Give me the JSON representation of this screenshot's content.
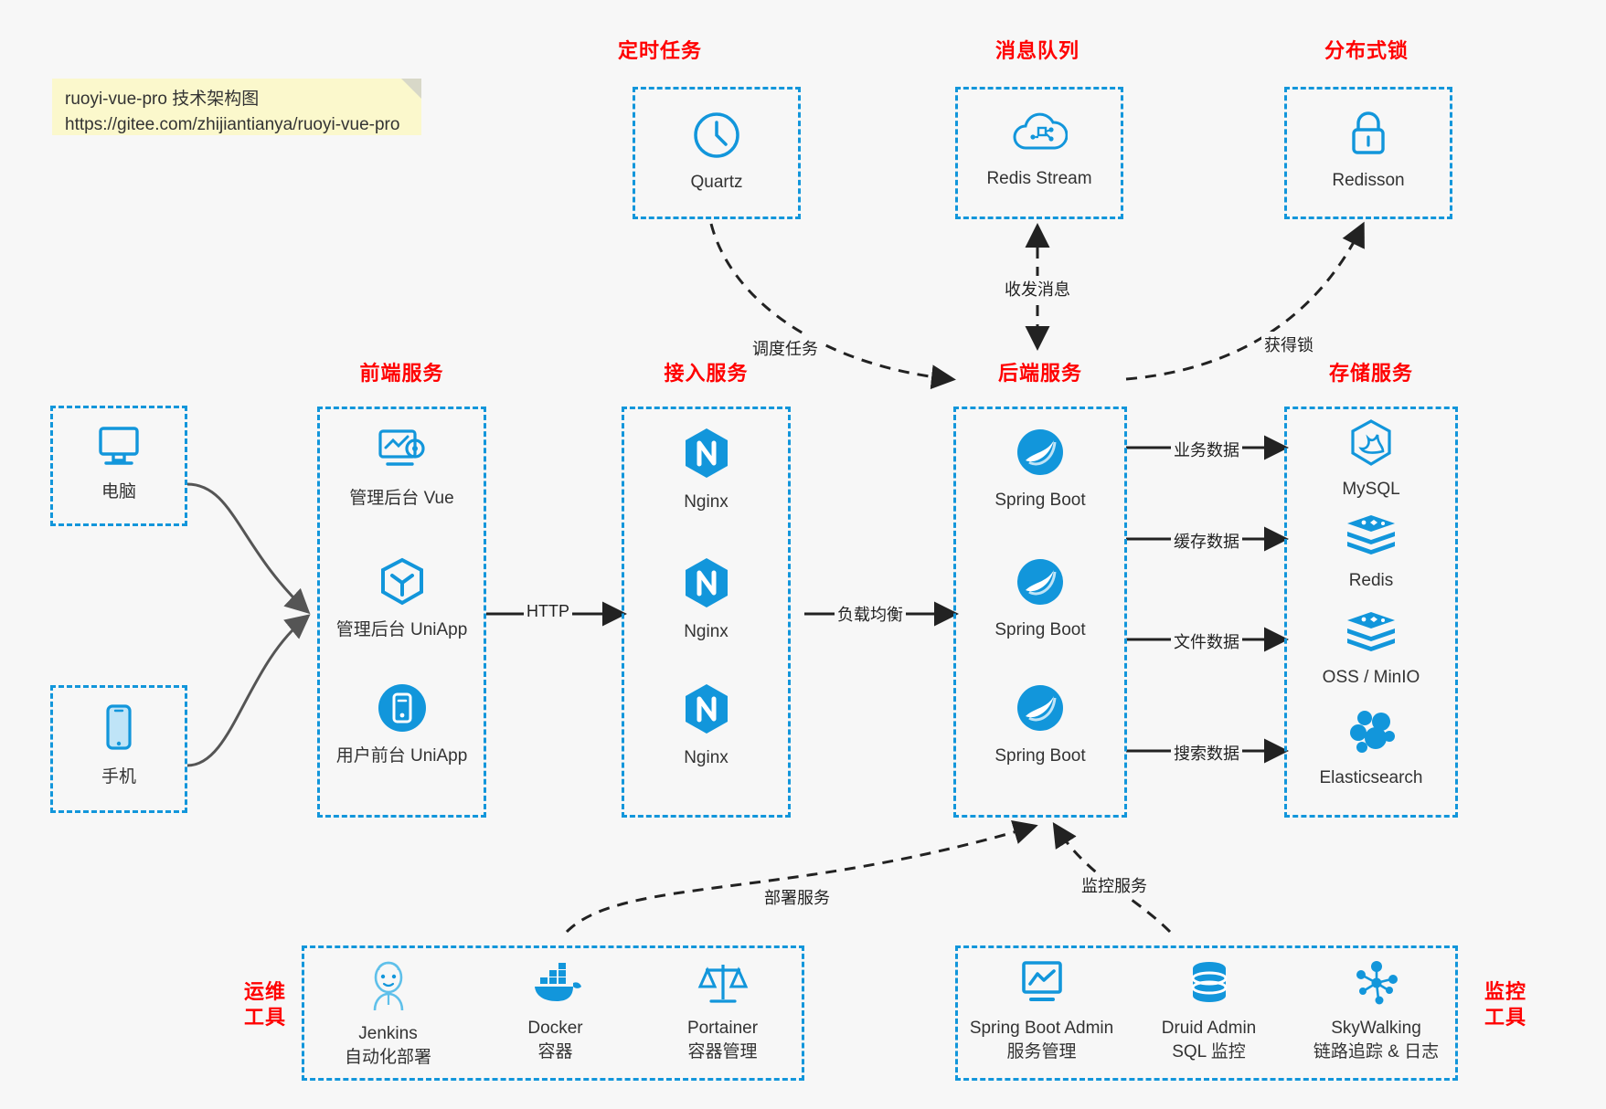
{
  "note": {
    "line1": "ruoyi-vue-pro 技术架构图",
    "line2": "https://gitee.com/zhijiantianya/ruoyi-vue-pro"
  },
  "colors": {
    "accent": "#1296db",
    "title": "#ff0000",
    "note_bg": "#fbf8cc",
    "canvas": "#f7f7f7",
    "arrow": "#222222",
    "curve": "#555555"
  },
  "groups": {
    "scheduled_task": {
      "title": "定时任务",
      "items": [
        {
          "label": "Quartz",
          "icon": "clock-icon"
        }
      ]
    },
    "message_queue": {
      "title": "消息队列",
      "items": [
        {
          "label": "Redis Stream",
          "icon": "cloud-stream-icon"
        }
      ]
    },
    "distributed_lock": {
      "title": "分布式锁",
      "items": [
        {
          "label": "Redisson",
          "icon": "lock-icon"
        }
      ]
    },
    "clients": {
      "items": [
        {
          "label": "电脑",
          "icon": "desktop-icon"
        },
        {
          "label": "手机",
          "icon": "phone-icon"
        }
      ]
    },
    "frontend": {
      "title": "前端服务",
      "items": [
        {
          "label": "管理后台 Vue",
          "icon": "dashboard-icon"
        },
        {
          "label": "管理后台 UniApp",
          "icon": "uniapp-hex-icon"
        },
        {
          "label": "用户前台 UniApp",
          "icon": "mobile-app-icon"
        }
      ]
    },
    "gateway": {
      "title": "接入服务",
      "items": [
        {
          "label": "Nginx",
          "icon": "nginx-icon"
        },
        {
          "label": "Nginx",
          "icon": "nginx-icon"
        },
        {
          "label": "Nginx",
          "icon": "nginx-icon"
        }
      ]
    },
    "backend": {
      "title": "后端服务",
      "items": [
        {
          "label": "Spring Boot",
          "icon": "spring-boot-icon"
        },
        {
          "label": "Spring Boot",
          "icon": "spring-boot-icon"
        },
        {
          "label": "Spring Boot",
          "icon": "spring-boot-icon"
        }
      ]
    },
    "storage": {
      "title": "存储服务",
      "items": [
        {
          "label": "MySQL",
          "icon": "mysql-icon"
        },
        {
          "label": "Redis",
          "icon": "redis-icon"
        },
        {
          "label": "OSS / MinIO",
          "icon": "redis-icon"
        },
        {
          "label": "Elasticsearch",
          "icon": "elasticsearch-icon"
        }
      ]
    },
    "devops": {
      "title": "运维\n工具",
      "title_lines": [
        "运维",
        "工具"
      ],
      "items": [
        {
          "label": "Jenkins",
          "sub": "自动化部署",
          "icon": "jenkins-icon"
        },
        {
          "label": "Docker",
          "sub": "容器",
          "icon": "docker-icon"
        },
        {
          "label": "Portainer",
          "sub": "容器管理",
          "icon": "scales-icon"
        }
      ]
    },
    "monitoring": {
      "title_lines": [
        "监控",
        "工具"
      ],
      "items": [
        {
          "label": "Spring Boot Admin",
          "sub": "服务管理",
          "icon": "monitor-chart-icon"
        },
        {
          "label": "Druid Admin",
          "sub": "SQL 监控",
          "icon": "database-icon"
        },
        {
          "label": "SkyWalking",
          "sub": "链路追踪 & 日志",
          "icon": "skywalking-icon"
        }
      ]
    }
  },
  "edges": [
    {
      "id": "http",
      "label": "HTTP"
    },
    {
      "id": "load-balance",
      "label": "负载均衡"
    },
    {
      "id": "schedule-task",
      "label": "调度任务"
    },
    {
      "id": "mq-exchange",
      "label": "收发消息"
    },
    {
      "id": "acquire-lock",
      "label": "获得锁"
    },
    {
      "id": "business-data",
      "label": "业务数据"
    },
    {
      "id": "cache-data",
      "label": "缓存数据"
    },
    {
      "id": "file-data",
      "label": "文件数据"
    },
    {
      "id": "search-data",
      "label": "搜索数据"
    },
    {
      "id": "deploy-service",
      "label": "部署服务"
    },
    {
      "id": "monitor-service",
      "label": "监控服务"
    }
  ]
}
